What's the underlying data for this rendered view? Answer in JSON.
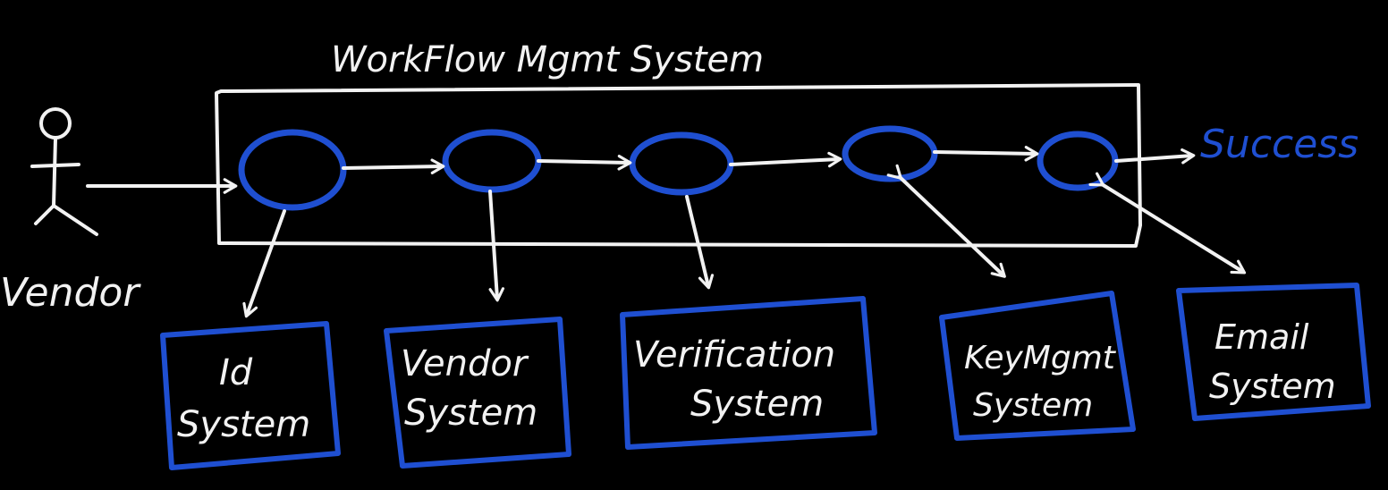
{
  "diagram": {
    "container_label": "WorkFlow Mgmt System",
    "actor_label": "Vendor",
    "outcome_label": "Success",
    "systems": [
      {
        "line1": "Id",
        "line2": "System"
      },
      {
        "line1": "Vendor",
        "line2": "System"
      },
      {
        "line1": "Verification",
        "line2": "System"
      },
      {
        "line1": "KeyMgmt",
        "line2": "System"
      },
      {
        "line1": "Email",
        "line2": "System"
      }
    ]
  },
  "colors": {
    "ink_white": "#f2f2f2",
    "ink_blue": "#1f4fd1",
    "background": "#000000"
  }
}
